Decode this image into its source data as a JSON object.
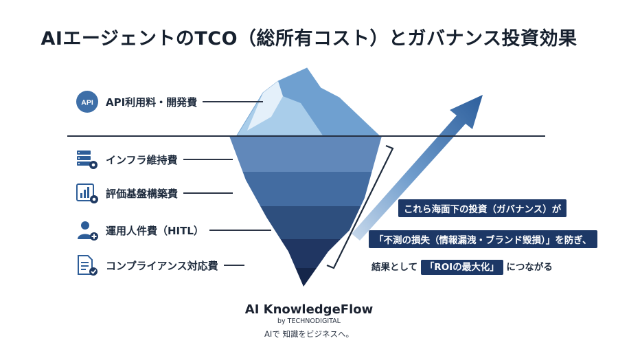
{
  "title": "AIエージェントのTCO（総所有コスト）とガバナンス投資効果",
  "above_water": {
    "badge": "API",
    "label": "API利用料・開発費"
  },
  "below_water": [
    {
      "label": "インフラ維持費",
      "icon": "server-gear-icon"
    },
    {
      "label": "評価基盤構築費",
      "icon": "chart-gear-icon"
    },
    {
      "label": "運用人件費（HITL）",
      "icon": "person-plus-icon"
    },
    {
      "label": "コンプライアンス対応費",
      "icon": "document-check-icon"
    }
  ],
  "callouts": {
    "line1": "これら海面下の投資（ガバナンス）が",
    "line2": "「不測の損失（情報漏洩・ブランド毀損）」を防ぎ、",
    "line3_prefix": "結果として",
    "line3_highlight": "「ROIの最大化」",
    "line3_suffix": "につながる"
  },
  "brand": {
    "name": "AI KnowledgeFlow",
    "by": "by TECHNODIGITAL",
    "tagline": "AIで 知識をビジネスへ。"
  },
  "colors": {
    "navy": "#1d3866",
    "arrow": "#3d6ea8",
    "ice_top": "#7fb1de",
    "band1": "#5f86b8",
    "band2": "#416a9f",
    "band3": "#2c4d7c",
    "band4": "#1f3560",
    "band5": "#16264a"
  }
}
